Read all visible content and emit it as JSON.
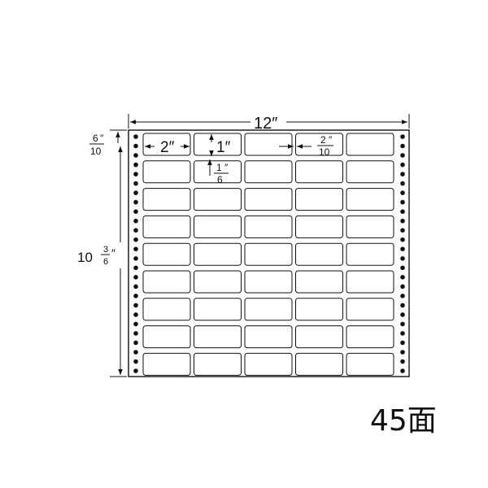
{
  "sheet": {
    "width_label": "12",
    "top_margin": {
      "num": "6",
      "den": "10"
    },
    "height_label": {
      "whole": "10",
      "num": "3",
      "den": "6"
    },
    "inch_mark": "″"
  },
  "label_spec": {
    "label_width": "2",
    "label_height": "1",
    "vertical_gap": {
      "num": "1",
      "den": "6"
    },
    "horizontal_gap": {
      "num": "2",
      "den": "10"
    }
  },
  "grid": {
    "columns": 5,
    "rows": 9
  },
  "count_label": "45面",
  "colors": {
    "line": "#111111",
    "background": "#ffffff"
  }
}
